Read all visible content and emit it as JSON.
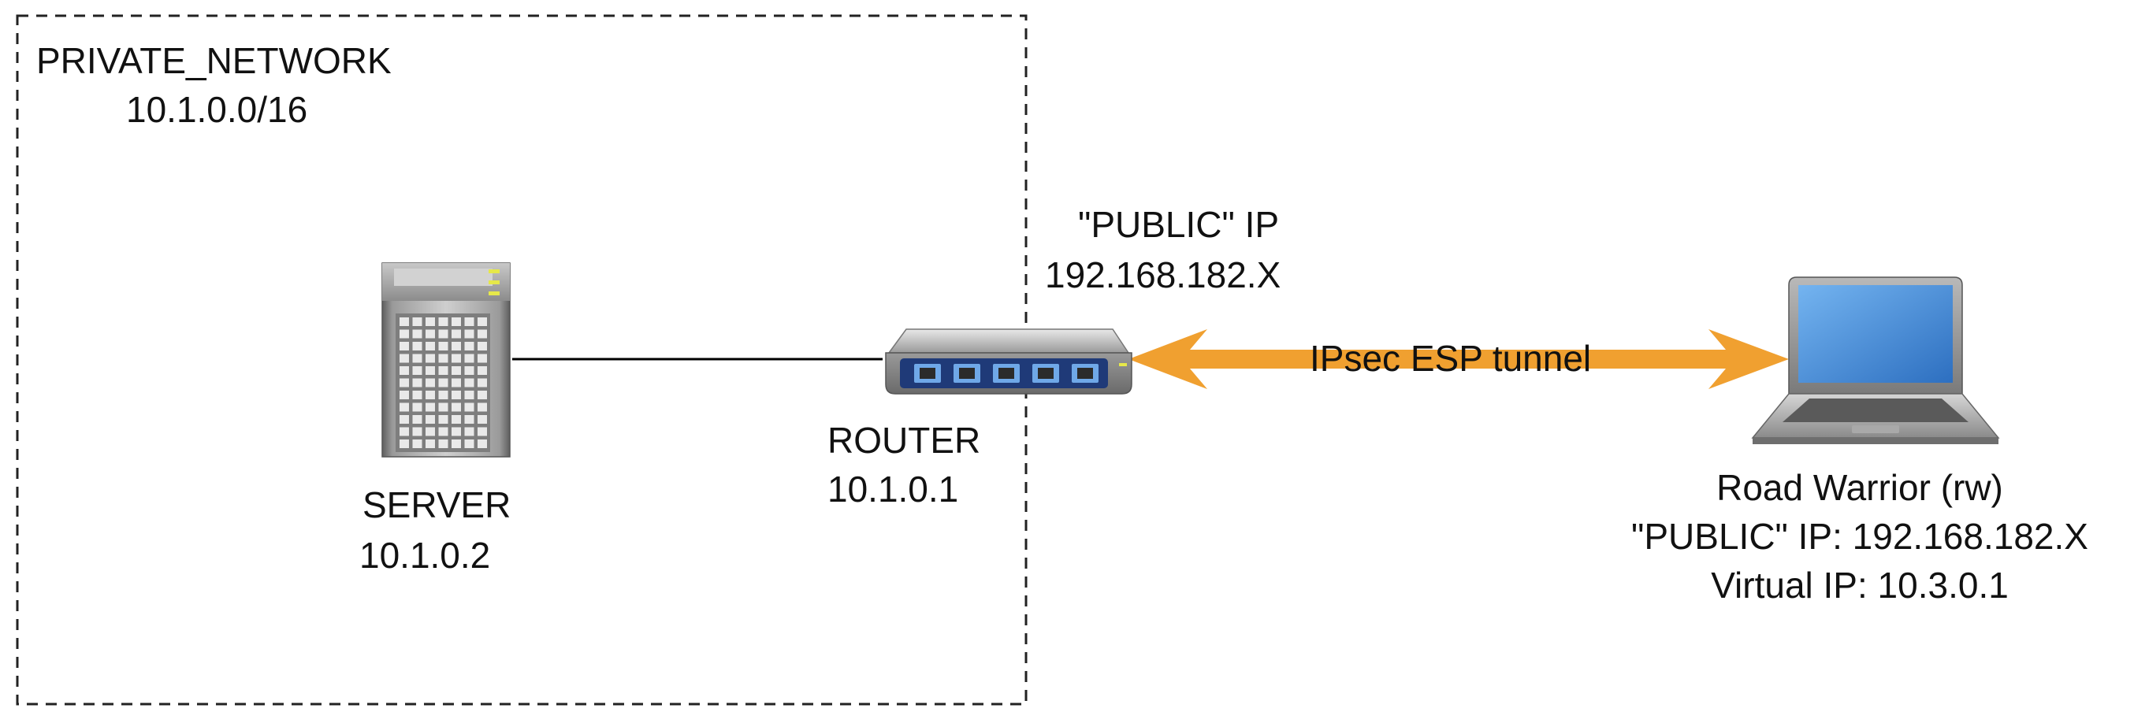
{
  "private_network": {
    "name": "PRIVATE_NETWORK",
    "subnet": "10.1.0.0/16"
  },
  "server": {
    "name": "SERVER",
    "ip": "10.1.0.2"
  },
  "router": {
    "name": "ROUTER",
    "ip": "10.1.0.1",
    "public_label": "\"PUBLIC\" IP",
    "public_ip": "192.168.182.X"
  },
  "tunnel": {
    "label": "IPsec ESP tunnel"
  },
  "road_warrior": {
    "name": "Road Warrior (rw)",
    "public_ip": "\"PUBLIC\" IP: 192.168.182.X",
    "virtual_ip": "Virtual IP: 10.3.0.1"
  },
  "colors": {
    "tunnel_arrow": "#f0a030",
    "link_line": "#000000",
    "boundary": "#222222",
    "screen_blue": "#3e8ad8"
  },
  "icons": {
    "server": "server-tower-icon",
    "router": "network-switch-icon",
    "laptop": "laptop-icon"
  }
}
